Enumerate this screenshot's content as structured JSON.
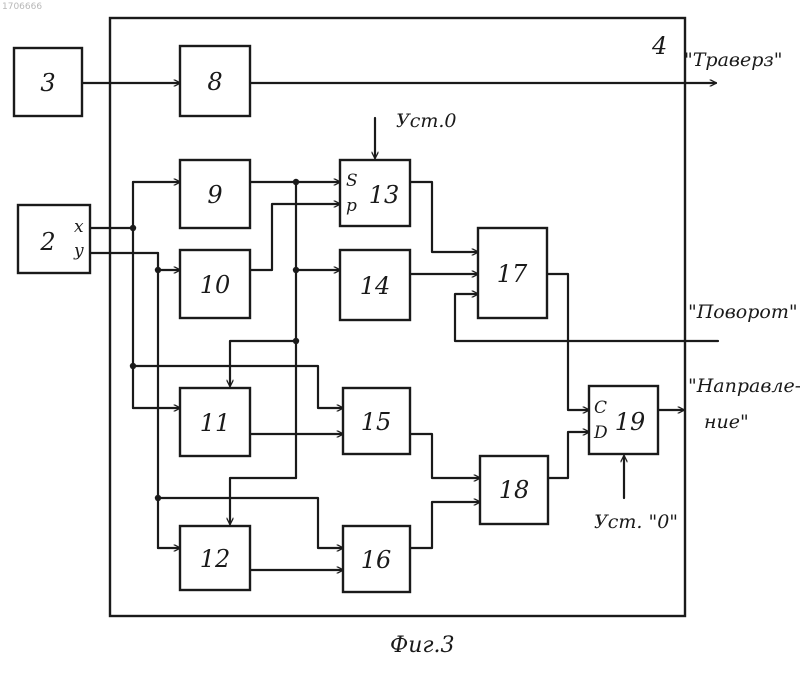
{
  "header": {
    "doc_number": "1706666"
  },
  "frame": {
    "label": "4"
  },
  "blocks": {
    "b3": "3",
    "b8": "8",
    "b2": "2",
    "b9": "9",
    "b10": "10",
    "b11": "11",
    "b12": "12",
    "b13": "13",
    "b14": "14",
    "b15": "15",
    "b16": "16",
    "b17": "17",
    "b18": "18",
    "b19": "19"
  },
  "pins": {
    "b2_x": "x",
    "b2_y": "y",
    "b13_s": "S",
    "b13_p": "p",
    "b19_c": "C",
    "b19_d": "D"
  },
  "signals": {
    "traverz": "\"Траверз\"",
    "ust0_top": "Уст.0",
    "povorot": "\"Поворот\"",
    "napravlenie_1": "\"Направле-",
    "napravlenie_2": "ние\"",
    "ust0_bottom": "Уст. \"0\""
  },
  "caption": "Фиг.3"
}
